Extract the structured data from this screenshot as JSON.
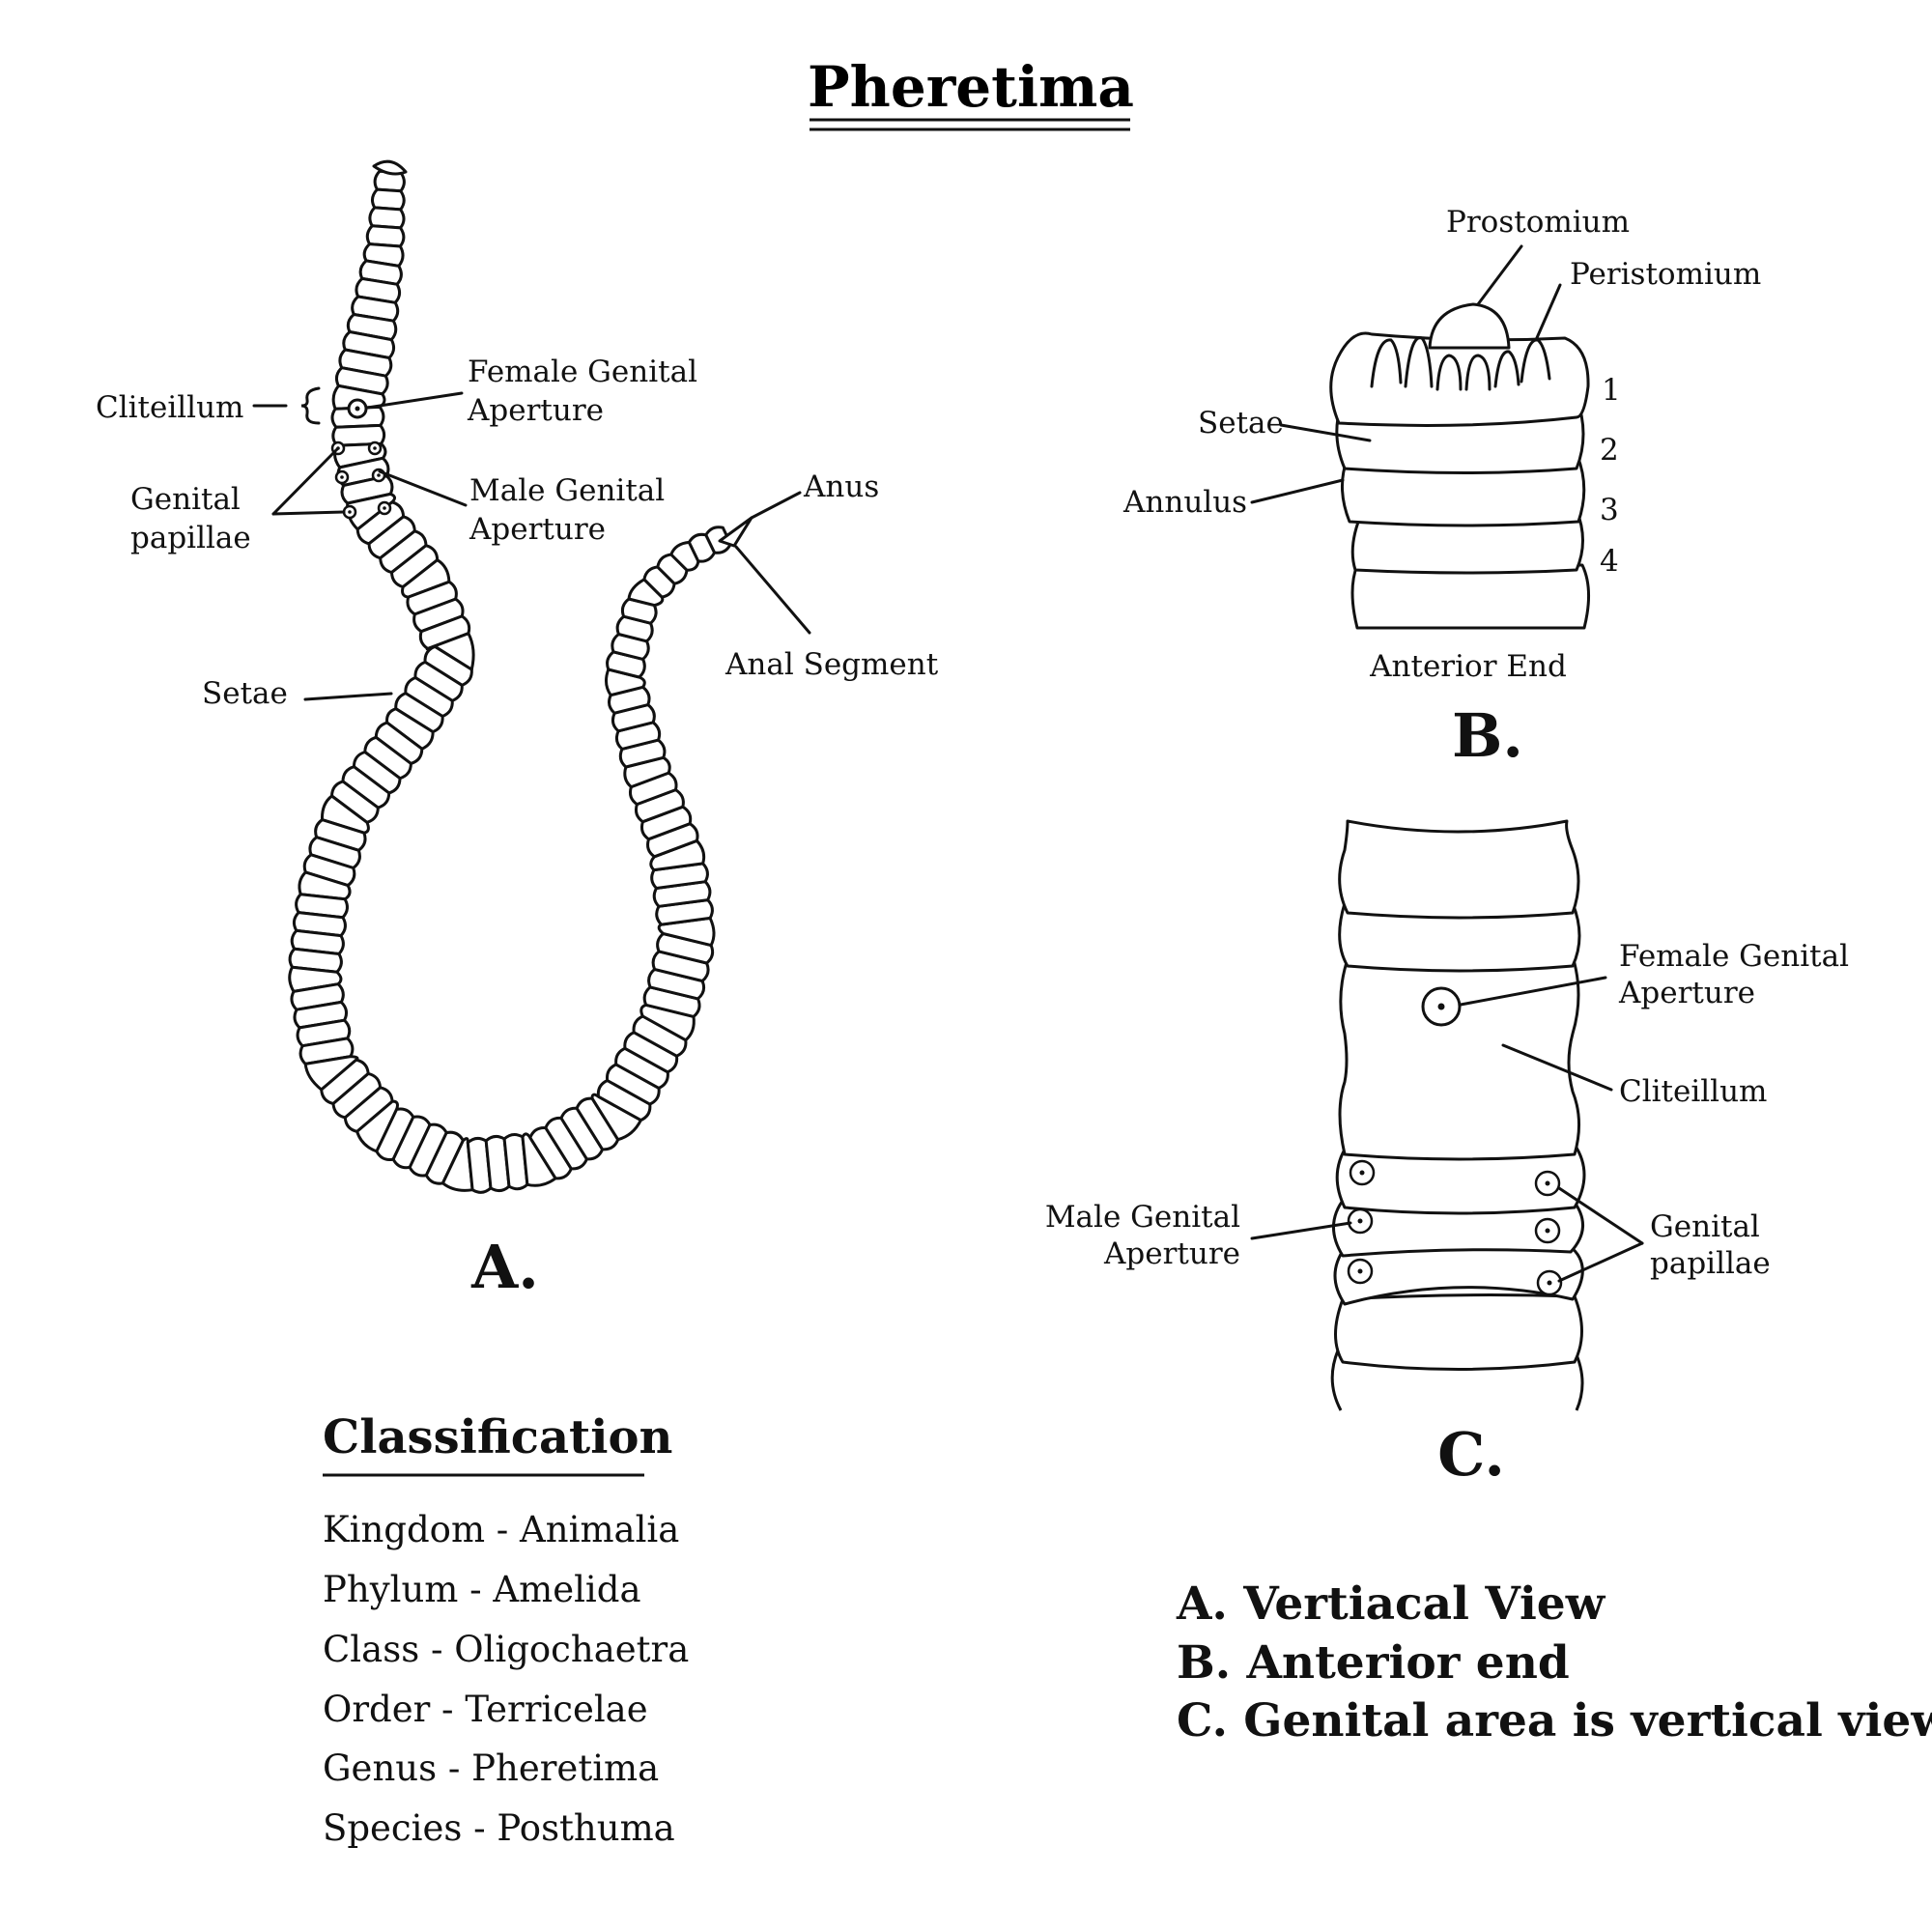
{
  "title": "Pheretima",
  "figure_a": {
    "letter": "A.",
    "labels": {
      "cliteillum": "Cliteillum",
      "female_genital_1": "Female Genital",
      "female_genital_2": "Aperture",
      "genital_papillae_1": "Genital",
      "genital_papillae_2": "papillae",
      "male_genital_1": "Male Genital",
      "male_genital_2": "Aperture",
      "anus": "Anus",
      "anal_segment": "Anal Segment",
      "setae": "Setae"
    }
  },
  "figure_b": {
    "letter": "B.",
    "caption": "Anterior End",
    "labels": {
      "prostomium": "Prostomium",
      "peristomium": "Peristomium",
      "setae": "Setae",
      "annulus": "Annulus"
    },
    "segment_numbers": [
      "1",
      "2",
      "3",
      "4"
    ]
  },
  "figure_c": {
    "letter": "C.",
    "labels": {
      "female_genital_1": "Female Genital",
      "female_genital_2": "Aperture",
      "cliteillum": "Cliteillum",
      "male_genital_1": "Male Genital",
      "male_genital_2": "Aperture",
      "genital_papillae_1": "Genital",
      "genital_papillae_2": "papillae"
    }
  },
  "classification": {
    "heading": "Classification",
    "items": [
      "Kingdom - Animalia",
      "Phylum - Amelida",
      "Class - Oligochaetra",
      "Order - Terricelae",
      "Genus - Pheretima",
      "Species - Posthuma"
    ]
  },
  "legend": {
    "items": [
      "A. Vertiacal View",
      "B. Anterior end",
      "C. Genital area is vertical view"
    ]
  }
}
